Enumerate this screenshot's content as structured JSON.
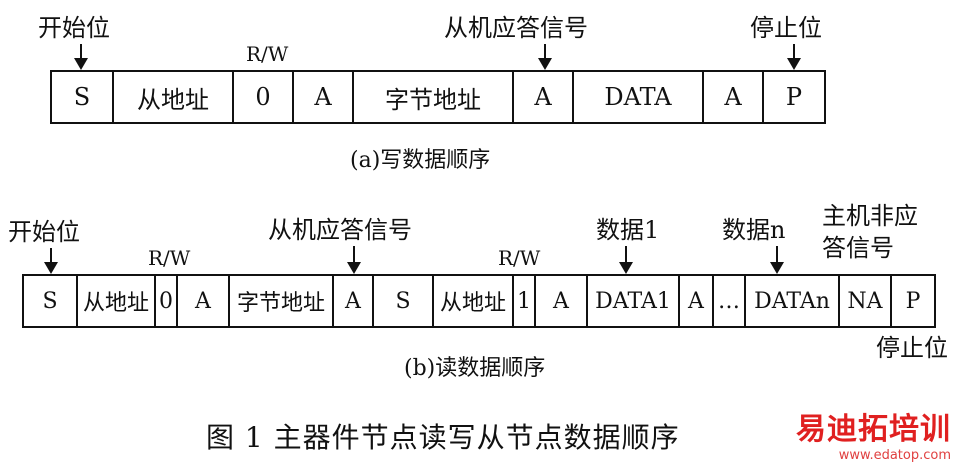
{
  "diagram_a": {
    "labels": {
      "start": "开始位",
      "rw": "R/W",
      "ack": "从机应答信号",
      "stop": "停止位"
    },
    "cells": [
      "S",
      "从地址",
      "0",
      "A",
      "字节地址",
      "A",
      "DATA",
      "A",
      "P"
    ],
    "caption": "(a)写数据顺序"
  },
  "diagram_b": {
    "labels": {
      "start": "开始位",
      "rw1": "R/W",
      "ack": "从机应答信号",
      "rw2": "R/W",
      "data1": "数据1",
      "datan": "数据n",
      "master_ack_1": "主机非应",
      "master_ack_2": "答信号",
      "stop": "停止位"
    },
    "cells": [
      "S",
      "从地址",
      "0",
      "A",
      "字节地址",
      "A",
      "S",
      "从地址",
      "1",
      "A",
      "DATA1",
      "A",
      "…",
      "DATAn",
      "NA",
      "P"
    ],
    "caption": "(b)读数据顺序"
  },
  "figure_title": "图 1   主器件节点读写从节点数据顺序",
  "watermark": {
    "text": "易迪拓培训",
    "url": "www.edatop.com"
  },
  "colors": {
    "line": "#111111",
    "watermark": "#e02020"
  }
}
